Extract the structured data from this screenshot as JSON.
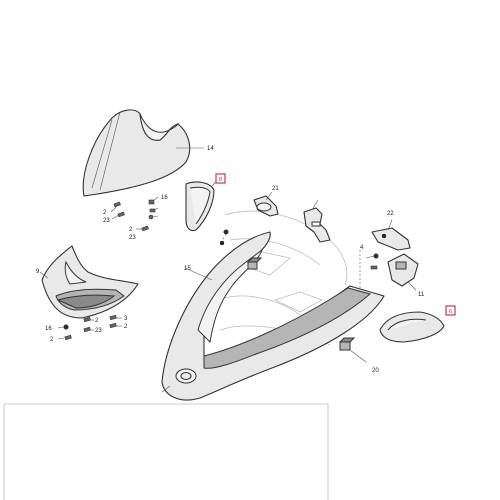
{
  "callouts": [
    {
      "id": "c14",
      "text": "14"
    },
    {
      "id": "c21",
      "text": "21"
    },
    {
      "id": "c22",
      "text": "22"
    },
    {
      "id": "c15",
      "text": "15"
    },
    {
      "id": "c9",
      "text": "9"
    },
    {
      "id": "c16a",
      "text": "16"
    },
    {
      "id": "c2a",
      "text": "2"
    },
    {
      "id": "c23a",
      "text": "23"
    },
    {
      "id": "c2b",
      "text": "2"
    },
    {
      "id": "c23b",
      "text": "23"
    },
    {
      "id": "c16b",
      "text": "16"
    },
    {
      "id": "c2c",
      "text": "2"
    },
    {
      "id": "c23c",
      "text": "23"
    },
    {
      "id": "c2d",
      "text": "2"
    },
    {
      "id": "c3",
      "text": "3"
    },
    {
      "id": "c2e",
      "text": "2"
    },
    {
      "id": "c4",
      "text": "4"
    },
    {
      "id": "c11",
      "text": "11"
    },
    {
      "id": "c20",
      "text": "20"
    }
  ],
  "highlighted": [
    {
      "id": "hl-left",
      "text": "8"
    },
    {
      "id": "hl-right",
      "text": "6"
    }
  ],
  "colors": {
    "highlight": "#c0283a",
    "line": "#333333"
  }
}
